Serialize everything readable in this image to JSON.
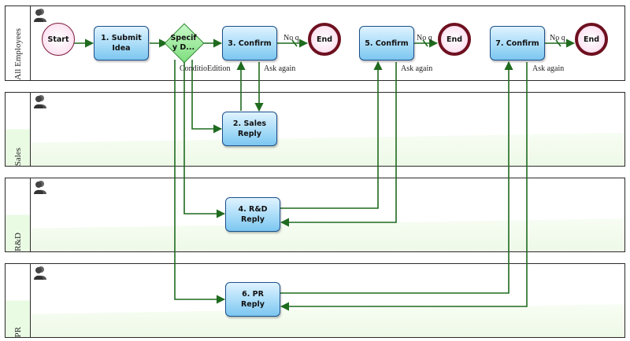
{
  "lanes": [
    {
      "id": "all",
      "name": "All Employees"
    },
    {
      "id": "sales",
      "name": "Sales"
    },
    {
      "id": "rd",
      "name": "R&D"
    },
    {
      "id": "pr",
      "name": "PR"
    }
  ],
  "nodes": {
    "start": "Start",
    "submit": "1. Submit\nIdea",
    "gateway": "Specif\ny D...",
    "confirm3": "3. Confirm",
    "confirm5": "5. Confirm",
    "confirm7": "7. Confirm",
    "end1": "End",
    "end2": "End",
    "end3": "End",
    "sales_reply": "2. Sales\nReply",
    "rd_reply": "4. R&D\nReply",
    "pr_reply": "6. PR\nReply"
  },
  "edge_labels": {
    "no1": "No q",
    "no2": "No q",
    "no3": "No q",
    "ask1": "Ask again",
    "ask2": "Ask again",
    "ask3": "Ask again",
    "gw_conditions": "ConditioEdition"
  },
  "colors": {
    "arrow": "#1f6b1f",
    "lane_border": "#2a2a2a"
  }
}
